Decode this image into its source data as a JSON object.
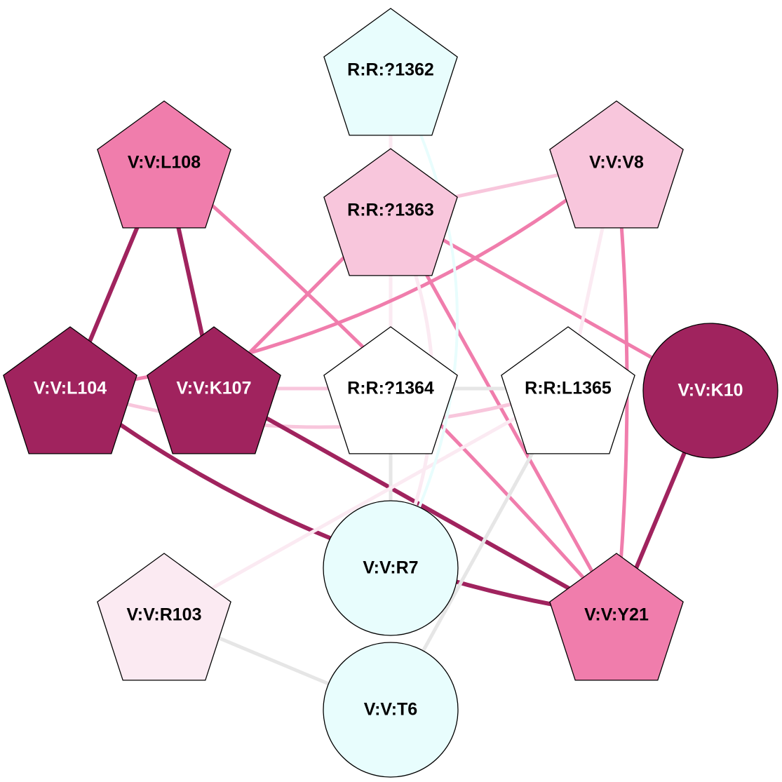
{
  "diagram": {
    "type": "residue-interaction-network",
    "colors": {
      "dark_magenta": "#a0235e",
      "medium_pink": "#f07dac",
      "light_pink": "#f8c6dc",
      "pale_pink": "#fbeaf2",
      "pale_cyan": "#e8fdfd",
      "white": "#ffffff",
      "grey": "#e6e6e6",
      "label_dark": "#000000",
      "label_light": "#ffffff"
    },
    "nodes": [
      {
        "id": "R:R:?1362",
        "label": "R:R:?1362",
        "shape": "pentagon",
        "fill": "#e8fdfd",
        "label_color": "#000000"
      },
      {
        "id": "V:V:L108",
        "label": "V:V:L108",
        "shape": "pentagon",
        "fill": "#f07dac",
        "label_color": "#000000"
      },
      {
        "id": "R:R:?1363",
        "label": "R:R:?1363",
        "shape": "pentagon",
        "fill": "#f8c6dc",
        "label_color": "#000000"
      },
      {
        "id": "V:V:V8",
        "label": "V:V:V8",
        "shape": "pentagon",
        "fill": "#f8c6dc",
        "label_color": "#000000"
      },
      {
        "id": "V:V:L104",
        "label": "V:V:L104",
        "shape": "pentagon",
        "fill": "#a0235e",
        "label_color": "#ffffff"
      },
      {
        "id": "V:V:K107",
        "label": "V:V:K107",
        "shape": "pentagon",
        "fill": "#a0235e",
        "label_color": "#ffffff"
      },
      {
        "id": "R:R:?1364",
        "label": "R:R:?1364",
        "shape": "pentagon",
        "fill": "#ffffff",
        "label_color": "#000000"
      },
      {
        "id": "R:R:L1365",
        "label": "R:R:L1365",
        "shape": "pentagon",
        "fill": "#ffffff",
        "label_color": "#000000"
      },
      {
        "id": "V:V:K10",
        "label": "V:V:K10",
        "shape": "circle",
        "fill": "#a0235e",
        "label_color": "#ffffff"
      },
      {
        "id": "V:V:R103",
        "label": "V:V:R103",
        "shape": "pentagon",
        "fill": "#fbeaf2",
        "label_color": "#000000"
      },
      {
        "id": "V:V:R7",
        "label": "V:V:R7",
        "shape": "circle",
        "fill": "#e8fdfd",
        "label_color": "#000000"
      },
      {
        "id": "V:V:Y21",
        "label": "V:V:Y21",
        "shape": "pentagon",
        "fill": "#f07dac",
        "label_color": "#000000"
      },
      {
        "id": "V:V:T6",
        "label": "V:V:T6",
        "shape": "circle",
        "fill": "#e8fdfd",
        "label_color": "#000000"
      }
    ],
    "edges": [
      {
        "source": "V:V:L108",
        "target": "V:V:L104",
        "color": "#a0235e",
        "weight": "strong"
      },
      {
        "source": "V:V:L108",
        "target": "V:V:K107",
        "color": "#a0235e",
        "weight": "strong"
      },
      {
        "source": "V:V:L108",
        "target": "V:V:Y21",
        "color": "#f07dac",
        "weight": "medium"
      },
      {
        "source": "R:R:?1363",
        "target": "V:V:V8",
        "color": "#f8c6dc",
        "weight": "light"
      },
      {
        "source": "R:R:?1363",
        "target": "V:V:K107",
        "color": "#f07dac",
        "weight": "medium"
      },
      {
        "source": "R:R:?1363",
        "target": "V:V:K10",
        "color": "#f07dac",
        "weight": "medium"
      },
      {
        "source": "R:R:?1363",
        "target": "V:V:Y21",
        "color": "#f07dac",
        "weight": "medium"
      },
      {
        "source": "R:R:?1363",
        "target": "R:R:?1362",
        "color": "#fbeaf2",
        "weight": "faint"
      },
      {
        "source": "R:R:?1363",
        "target": "R:R:?1364",
        "color": "#fbeaf2",
        "weight": "faint"
      },
      {
        "source": "V:V:V8",
        "target": "V:V:L104",
        "color": "#f07dac",
        "weight": "medium"
      },
      {
        "source": "V:V:V8",
        "target": "V:V:Y21",
        "color": "#f07dac",
        "weight": "medium"
      },
      {
        "source": "V:V:V8",
        "target": "R:R:L1365",
        "color": "#fbeaf2",
        "weight": "faint"
      },
      {
        "source": "V:V:L104",
        "target": "V:V:Y21",
        "color": "#a0235e",
        "weight": "strong"
      },
      {
        "source": "V:V:L104",
        "target": "R:R:L1365",
        "color": "#f8c6dc",
        "weight": "light"
      },
      {
        "source": "V:V:K107",
        "target": "V:V:Y21",
        "color": "#a0235e",
        "weight": "strong"
      },
      {
        "source": "V:V:K107",
        "target": "R:R:?1364",
        "color": "#f8c6dc",
        "weight": "light"
      },
      {
        "source": "V:V:K10",
        "target": "V:V:Y21",
        "color": "#a0235e",
        "weight": "strong"
      },
      {
        "source": "R:R:?1364",
        "target": "R:R:L1365",
        "color": "#e6e6e6",
        "weight": "grey"
      },
      {
        "source": "R:R:?1364",
        "target": "V:V:R7",
        "color": "#e6e6e6",
        "weight": "grey"
      },
      {
        "source": "R:R:L1365",
        "target": "V:V:T6",
        "color": "#e6e6e6",
        "weight": "grey"
      },
      {
        "source": "R:R:L1365",
        "target": "V:V:R103",
        "color": "#fbeaf2",
        "weight": "faint"
      },
      {
        "source": "V:V:R103",
        "target": "V:V:T6",
        "color": "#e6e6e6",
        "weight": "grey"
      },
      {
        "source": "R:R:?1362",
        "target": "V:V:R7",
        "color": "#e8fdfd",
        "weight": "cyan"
      },
      {
        "source": "R:R:?1363",
        "target": "V:V:R7",
        "color": "#fbeaf2",
        "weight": "faint"
      }
    ]
  }
}
